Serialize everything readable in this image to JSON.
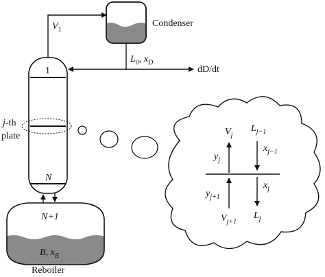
{
  "labels": {
    "condenser": "Condenser",
    "vapor_top_V": "V",
    "vapor_top_sub": "1",
    "reflux_L": "L",
    "reflux_L_sub": "0",
    "reflux_sep": ", ",
    "reflux_x": "x",
    "reflux_x_sub": "D",
    "distillate": "dD/dt",
    "plate_one": "1",
    "jth_line1_italic": "j",
    "jth_line1_rest": "-th",
    "jth_line2": "plate",
    "plate_N": "N",
    "reboiler_N1": "N+1",
    "reboiler_B": "B",
    "reboiler_sep": ", ",
    "reboiler_x": "x",
    "reboiler_x_sub": "B",
    "reboiler": "Reboiler",
    "vj": "V",
    "vj_sub": "j",
    "lj1": "L",
    "lj1_sub": "j−1",
    "yj": "y",
    "yj_sub": "j",
    "xj1": "x",
    "xj1_sub": "j−1",
    "yj1": "y",
    "yj1_sub": "j+1",
    "xj": "x",
    "xj_sub": "j",
    "vj1": "V",
    "vj1_sub": "j+1",
    "lj": "L",
    "lj_sub": "j"
  },
  "colors": {
    "liquid": "#8a8a8a",
    "stroke": "#111111"
  }
}
